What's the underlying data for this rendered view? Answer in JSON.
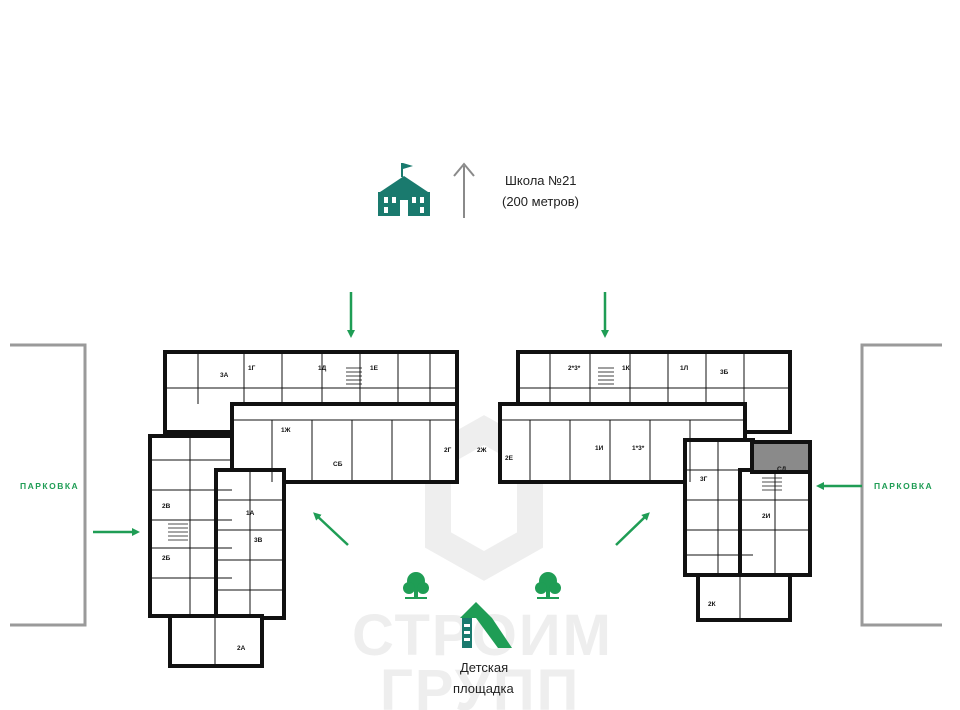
{
  "colors": {
    "accent": "#1f9d55",
    "school_icon": "#1a7a6e",
    "wall": "#111111",
    "parking_bracket": "#9a9a9a",
    "highlight_unit": "#8a8a8a",
    "watermark": "#eeeeee"
  },
  "school": {
    "icon": "school-icon",
    "line1": "Школа №21",
    "line2": "(200 метров)"
  },
  "parking": {
    "left_label": "ПАРКОВКА",
    "right_label": "ПАРКОВКА"
  },
  "playground": {
    "icon": "playground-icon",
    "line1": "Детская",
    "line2": "площадка"
  },
  "trees": [
    "tree-icon",
    "tree-icon"
  ],
  "watermark": {
    "line1": "СТРОИМ",
    "line2": "ГРУПП"
  },
  "apartments": {
    "a1": "3А",
    "a2": "1Г",
    "a3": "1Д",
    "a4": "1Е",
    "a5": "2*3*",
    "a6": "1К",
    "a7": "1Л",
    "a8": "3Б",
    "a9": "1Ж",
    "a10": "СБ",
    "a11": "2Г",
    "a12": "2Ж",
    "a13": "2Е",
    "a14": "1И",
    "a15": "1*3*",
    "a16": "3Г",
    "a17": "СД",
    "a18": "2В",
    "a19": "2Б",
    "a20": "1А",
    "a21": "3В",
    "a22": "2А",
    "a23": "2И",
    "a24": "2К"
  }
}
